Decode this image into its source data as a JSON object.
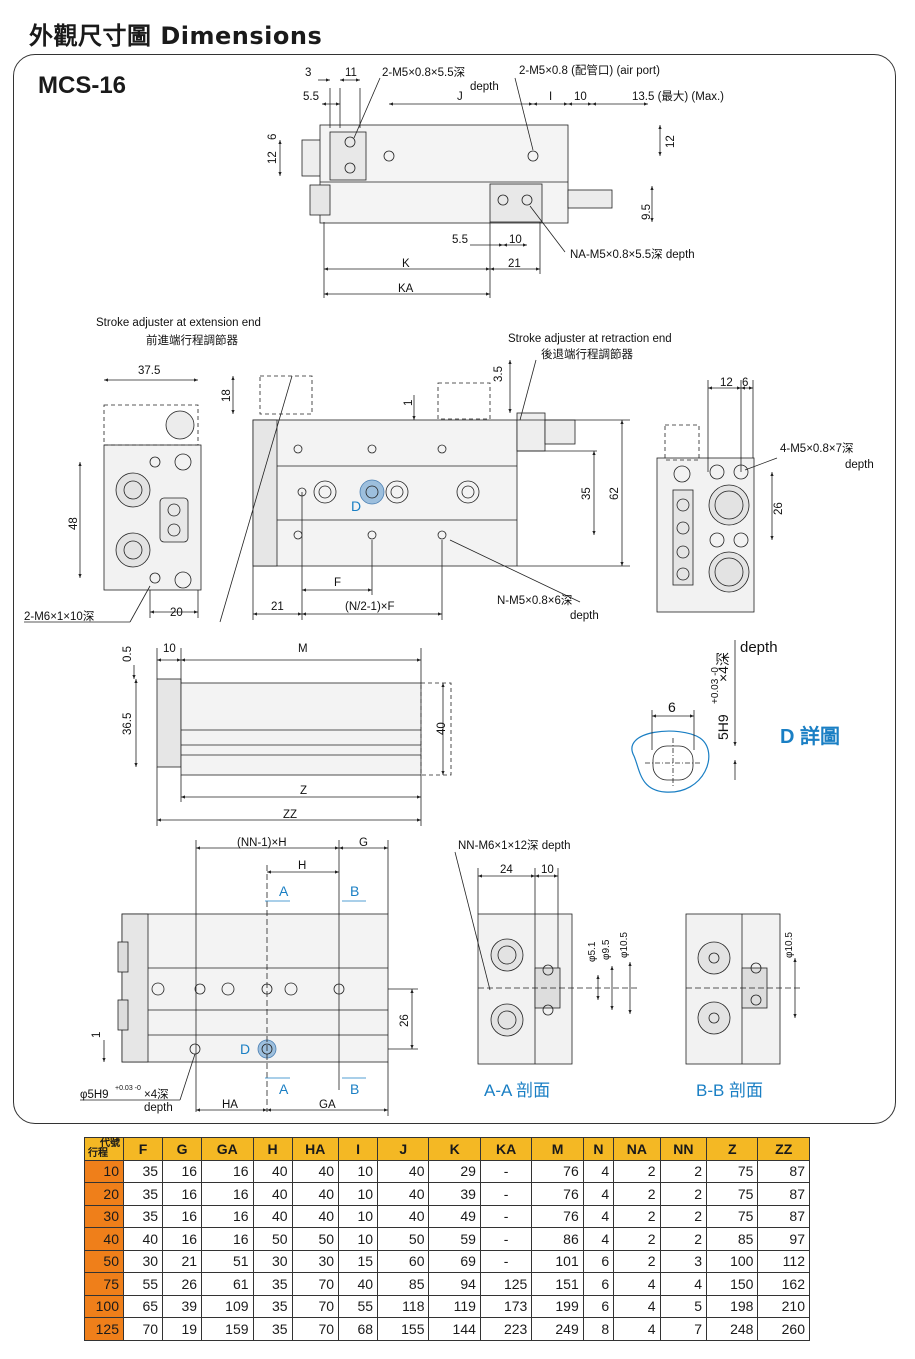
{
  "page": {
    "title": "外觀尺寸圖 Dimensions",
    "model": "MCS-16"
  },
  "top_view": {
    "dim_3": "3",
    "dim_11": "11",
    "dim_5_5": "5.5",
    "dim_J": "J",
    "dim_I": "I",
    "dim_10": "10",
    "dim_13_5": "13.5 (最大) (Max.)",
    "tap_a": "2-M5×0.8×5.5深",
    "tap_a_depth": "depth",
    "airport": "2-M5×0.8 (配管口) (air port)",
    "dim_12a": "12",
    "dim_6": "6",
    "dim_12b": "12",
    "dim_9_5": "9.5",
    "dim_5_5b": "5.5",
    "dim_10b": "10",
    "na_tap": "NA-M5×0.8×5.5深 depth",
    "dim_K": "K",
    "dim_21": "21",
    "dim_KA": "KA"
  },
  "middle_view": {
    "stroke_ext_en": "Stroke adjuster at extension end",
    "stroke_ext_zh": "前進端行程調節器",
    "stroke_ret_en": "Stroke adjuster at retraction end",
    "stroke_ret_zh": "後退端行程調節器",
    "dim_37_5": "37.5",
    "dim_18": "18",
    "dim_48": "48",
    "dim_20": "20",
    "m6_tap": "2-M6×1×10深",
    "dim_3_5": "3.5",
    "dim_1": "1",
    "dim_35": "35",
    "dim_62": "62",
    "dim_F": "F",
    "dim_21": "21",
    "dim_N": "(N/2-1)×F",
    "n_tap": "N-M5×0.8×6深",
    "n_tap_depth": "depth",
    "mark_D": "D",
    "dim_12": "12",
    "dim_6": "6",
    "m5_tap": "4-M5×0.8×7深",
    "m5_depth": "depth",
    "dim_26": "26"
  },
  "side_view": {
    "dim_0_5": "0.5",
    "dim_10": "10",
    "dim_M": "M",
    "dim_36_5": "36.5",
    "dim_40": "40",
    "dim_Z": "Z",
    "dim_ZZ": "ZZ"
  },
  "detail_D": {
    "dim_6": "6",
    "fit": "5H9",
    "fit_tol": "+0.03 -0",
    "fit_depth": "×4深",
    "depth": "depth",
    "title": "D 詳圖"
  },
  "bottom_view": {
    "dim_NN": "(NN-1)×H",
    "dim_G": "G",
    "dim_H": "H",
    "sec_A": "A",
    "sec_B": "B",
    "dim_26": "26",
    "dim_1": "1",
    "mark_D": "D",
    "hole": "φ5H9",
    "hole_tol": "+0.03 -0",
    "hole_depth": "×4深",
    "hole_depth_en": "depth",
    "dim_HA": "HA",
    "dim_GA": "GA",
    "nn_tap": "NN-M6×1×12深 depth",
    "dim_24": "24",
    "dim_10": "10",
    "phi_5_1": "φ5.1",
    "phi_9_5": "φ9.5",
    "phi_10_5a": "φ10.5",
    "phi_10_5b": "φ10.5",
    "section_AA": "A-A 剖面",
    "section_BB": "B-B 剖面"
  },
  "table": {
    "corner_top": "代號",
    "corner_bottom": "行程",
    "headers": [
      "F",
      "G",
      "GA",
      "H",
      "HA",
      "I",
      "J",
      "K",
      "KA",
      "M",
      "N",
      "NA",
      "NN",
      "Z",
      "ZZ"
    ],
    "rows": [
      {
        "stroke": "10",
        "values": [
          "35",
          "16",
          "16",
          "40",
          "40",
          "10",
          "40",
          "29",
          "-",
          "76",
          "4",
          "2",
          "2",
          "75",
          "87"
        ]
      },
      {
        "stroke": "20",
        "values": [
          "35",
          "16",
          "16",
          "40",
          "40",
          "10",
          "40",
          "39",
          "-",
          "76",
          "4",
          "2",
          "2",
          "75",
          "87"
        ]
      },
      {
        "stroke": "30",
        "values": [
          "35",
          "16",
          "16",
          "40",
          "40",
          "10",
          "40",
          "49",
          "-",
          "76",
          "4",
          "2",
          "2",
          "75",
          "87"
        ]
      },
      {
        "stroke": "40",
        "values": [
          "40",
          "16",
          "16",
          "50",
          "50",
          "10",
          "50",
          "59",
          "-",
          "86",
          "4",
          "2",
          "2",
          "85",
          "97"
        ]
      },
      {
        "stroke": "50",
        "values": [
          "30",
          "21",
          "51",
          "30",
          "30",
          "15",
          "60",
          "69",
          "-",
          "101",
          "6",
          "2",
          "3",
          "100",
          "112"
        ]
      },
      {
        "stroke": "75",
        "values": [
          "55",
          "26",
          "61",
          "35",
          "70",
          "40",
          "85",
          "94",
          "125",
          "151",
          "6",
          "4",
          "4",
          "150",
          "162"
        ]
      },
      {
        "stroke": "100",
        "values": [
          "65",
          "39",
          "109",
          "35",
          "70",
          "55",
          "118",
          "119",
          "173",
          "199",
          "6",
          "4",
          "5",
          "198",
          "210"
        ]
      },
      {
        "stroke": "125",
        "values": [
          "70",
          "19",
          "159",
          "35",
          "70",
          "68",
          "155",
          "144",
          "223",
          "249",
          "8",
          "4",
          "7",
          "248",
          "260"
        ]
      }
    ]
  },
  "colors": {
    "header": "#f4b824",
    "stroke_col": "#ef7f1a",
    "accent_blue": "#1a7fc4"
  }
}
